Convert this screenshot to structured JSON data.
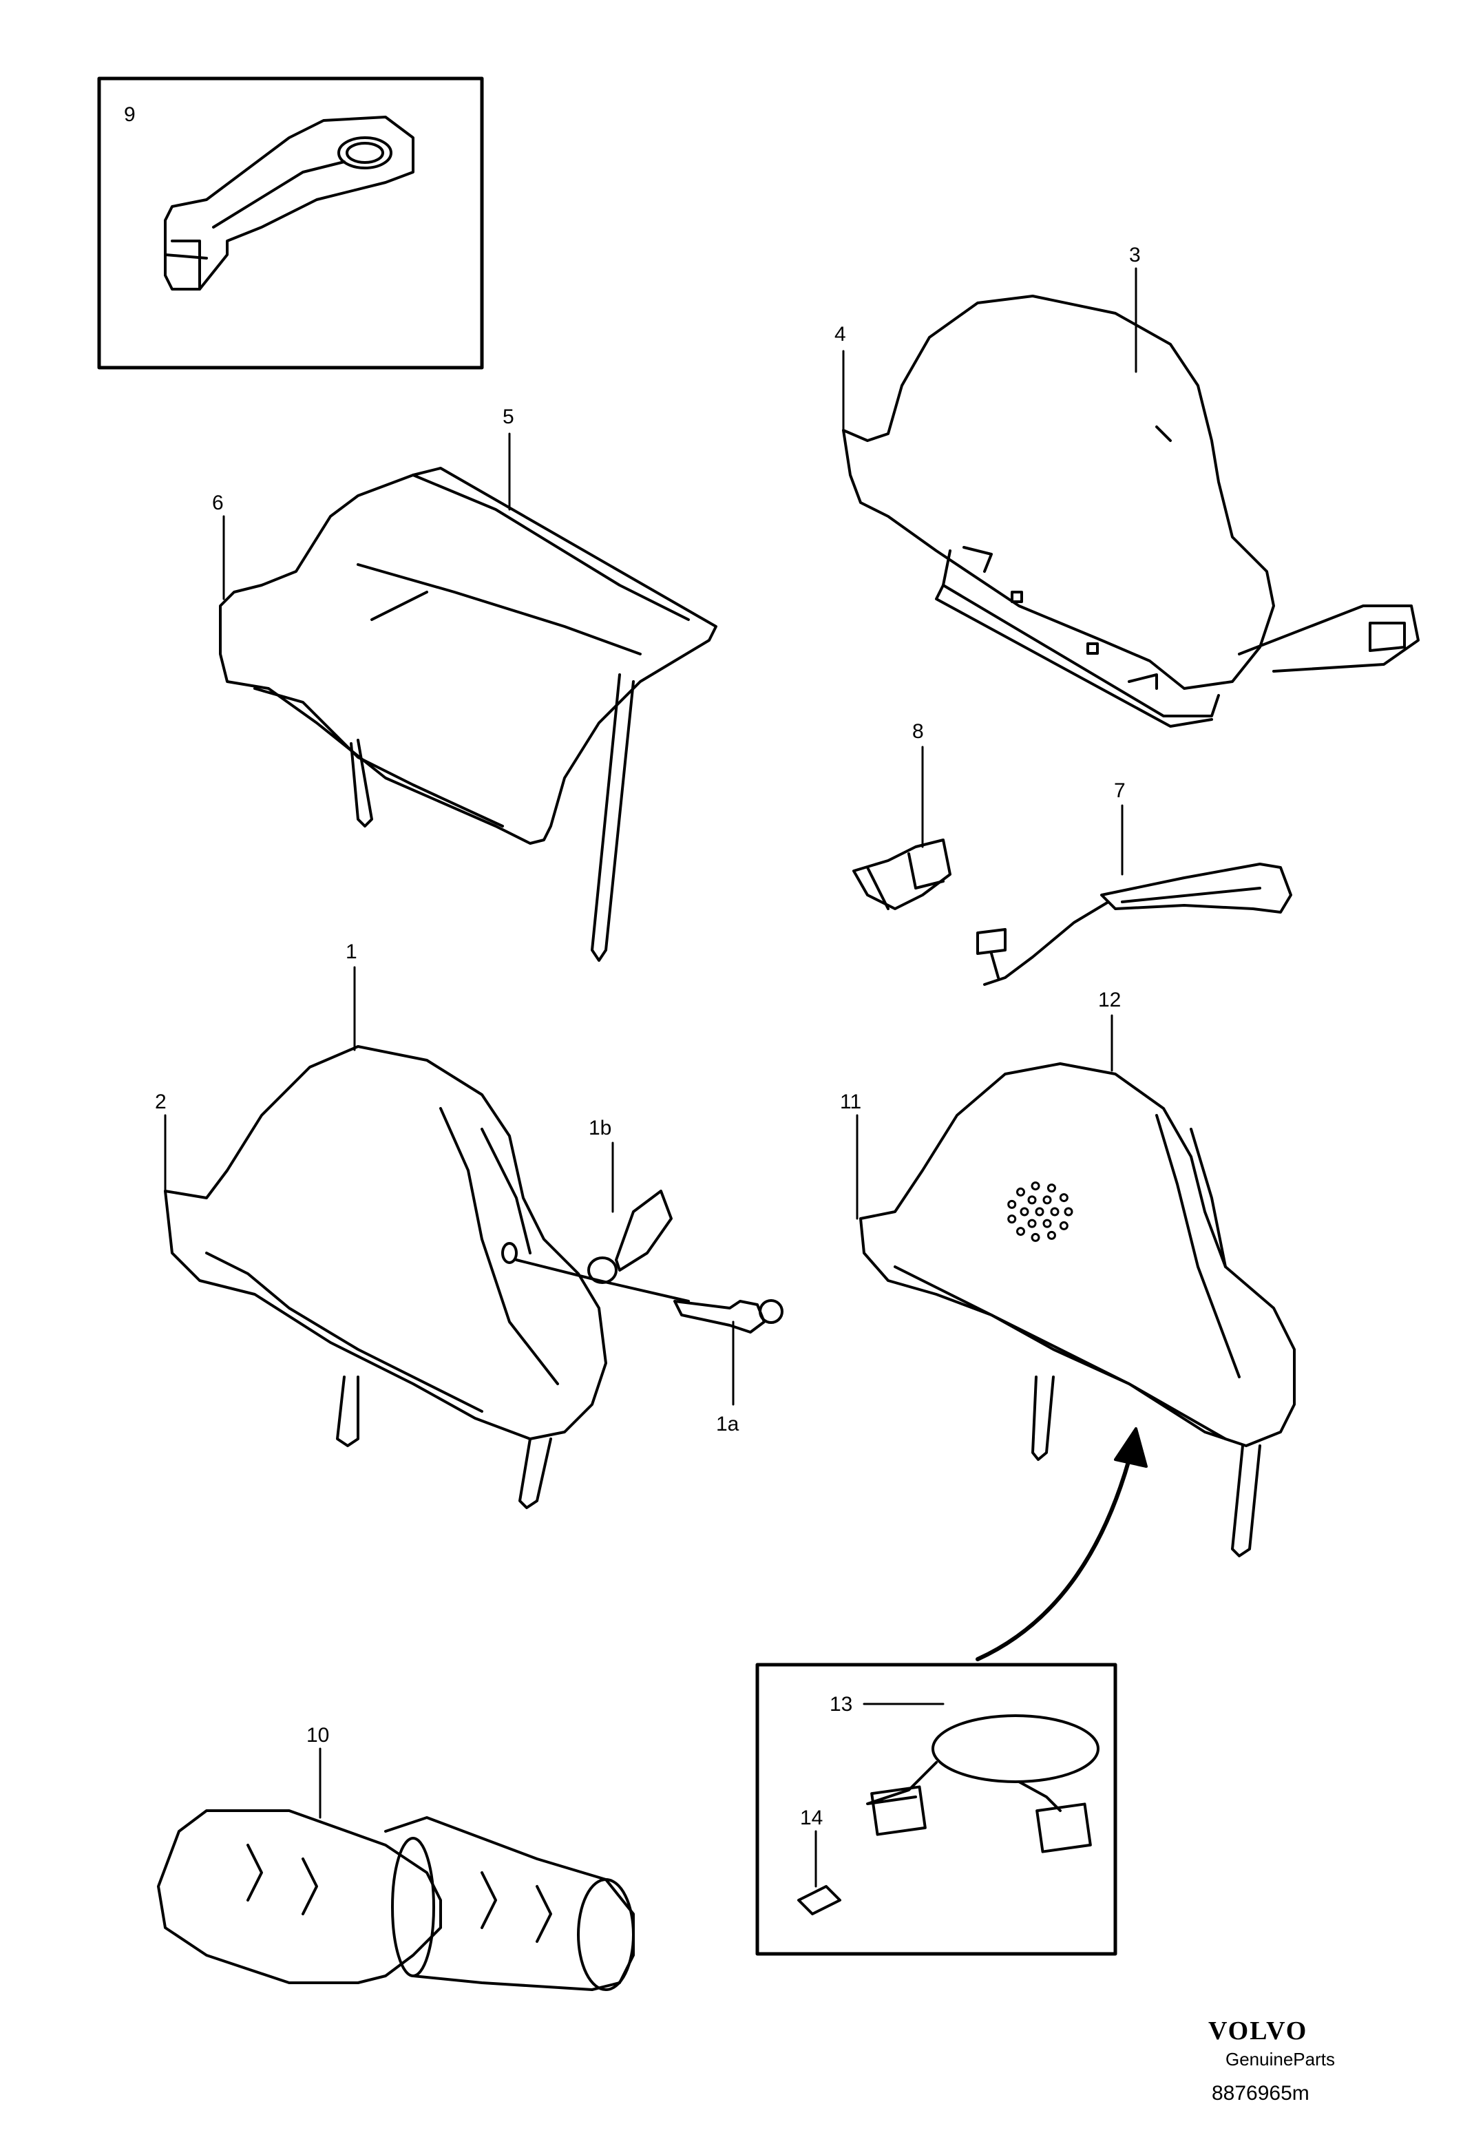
{
  "callouts": {
    "c1": "1",
    "c1a": "1a",
    "c1b": "1b",
    "c2": "2",
    "c3": "3",
    "c4": "4",
    "c5": "5",
    "c6": "6",
    "c7": "7",
    "c8": "8",
    "c9": "9",
    "c10": "10",
    "c11": "11",
    "c12": "12",
    "c13": "13",
    "c14": "14"
  },
  "brand": {
    "name": "VOLVO",
    "subtitle": "GenuineParts"
  },
  "reference": "8876965m"
}
